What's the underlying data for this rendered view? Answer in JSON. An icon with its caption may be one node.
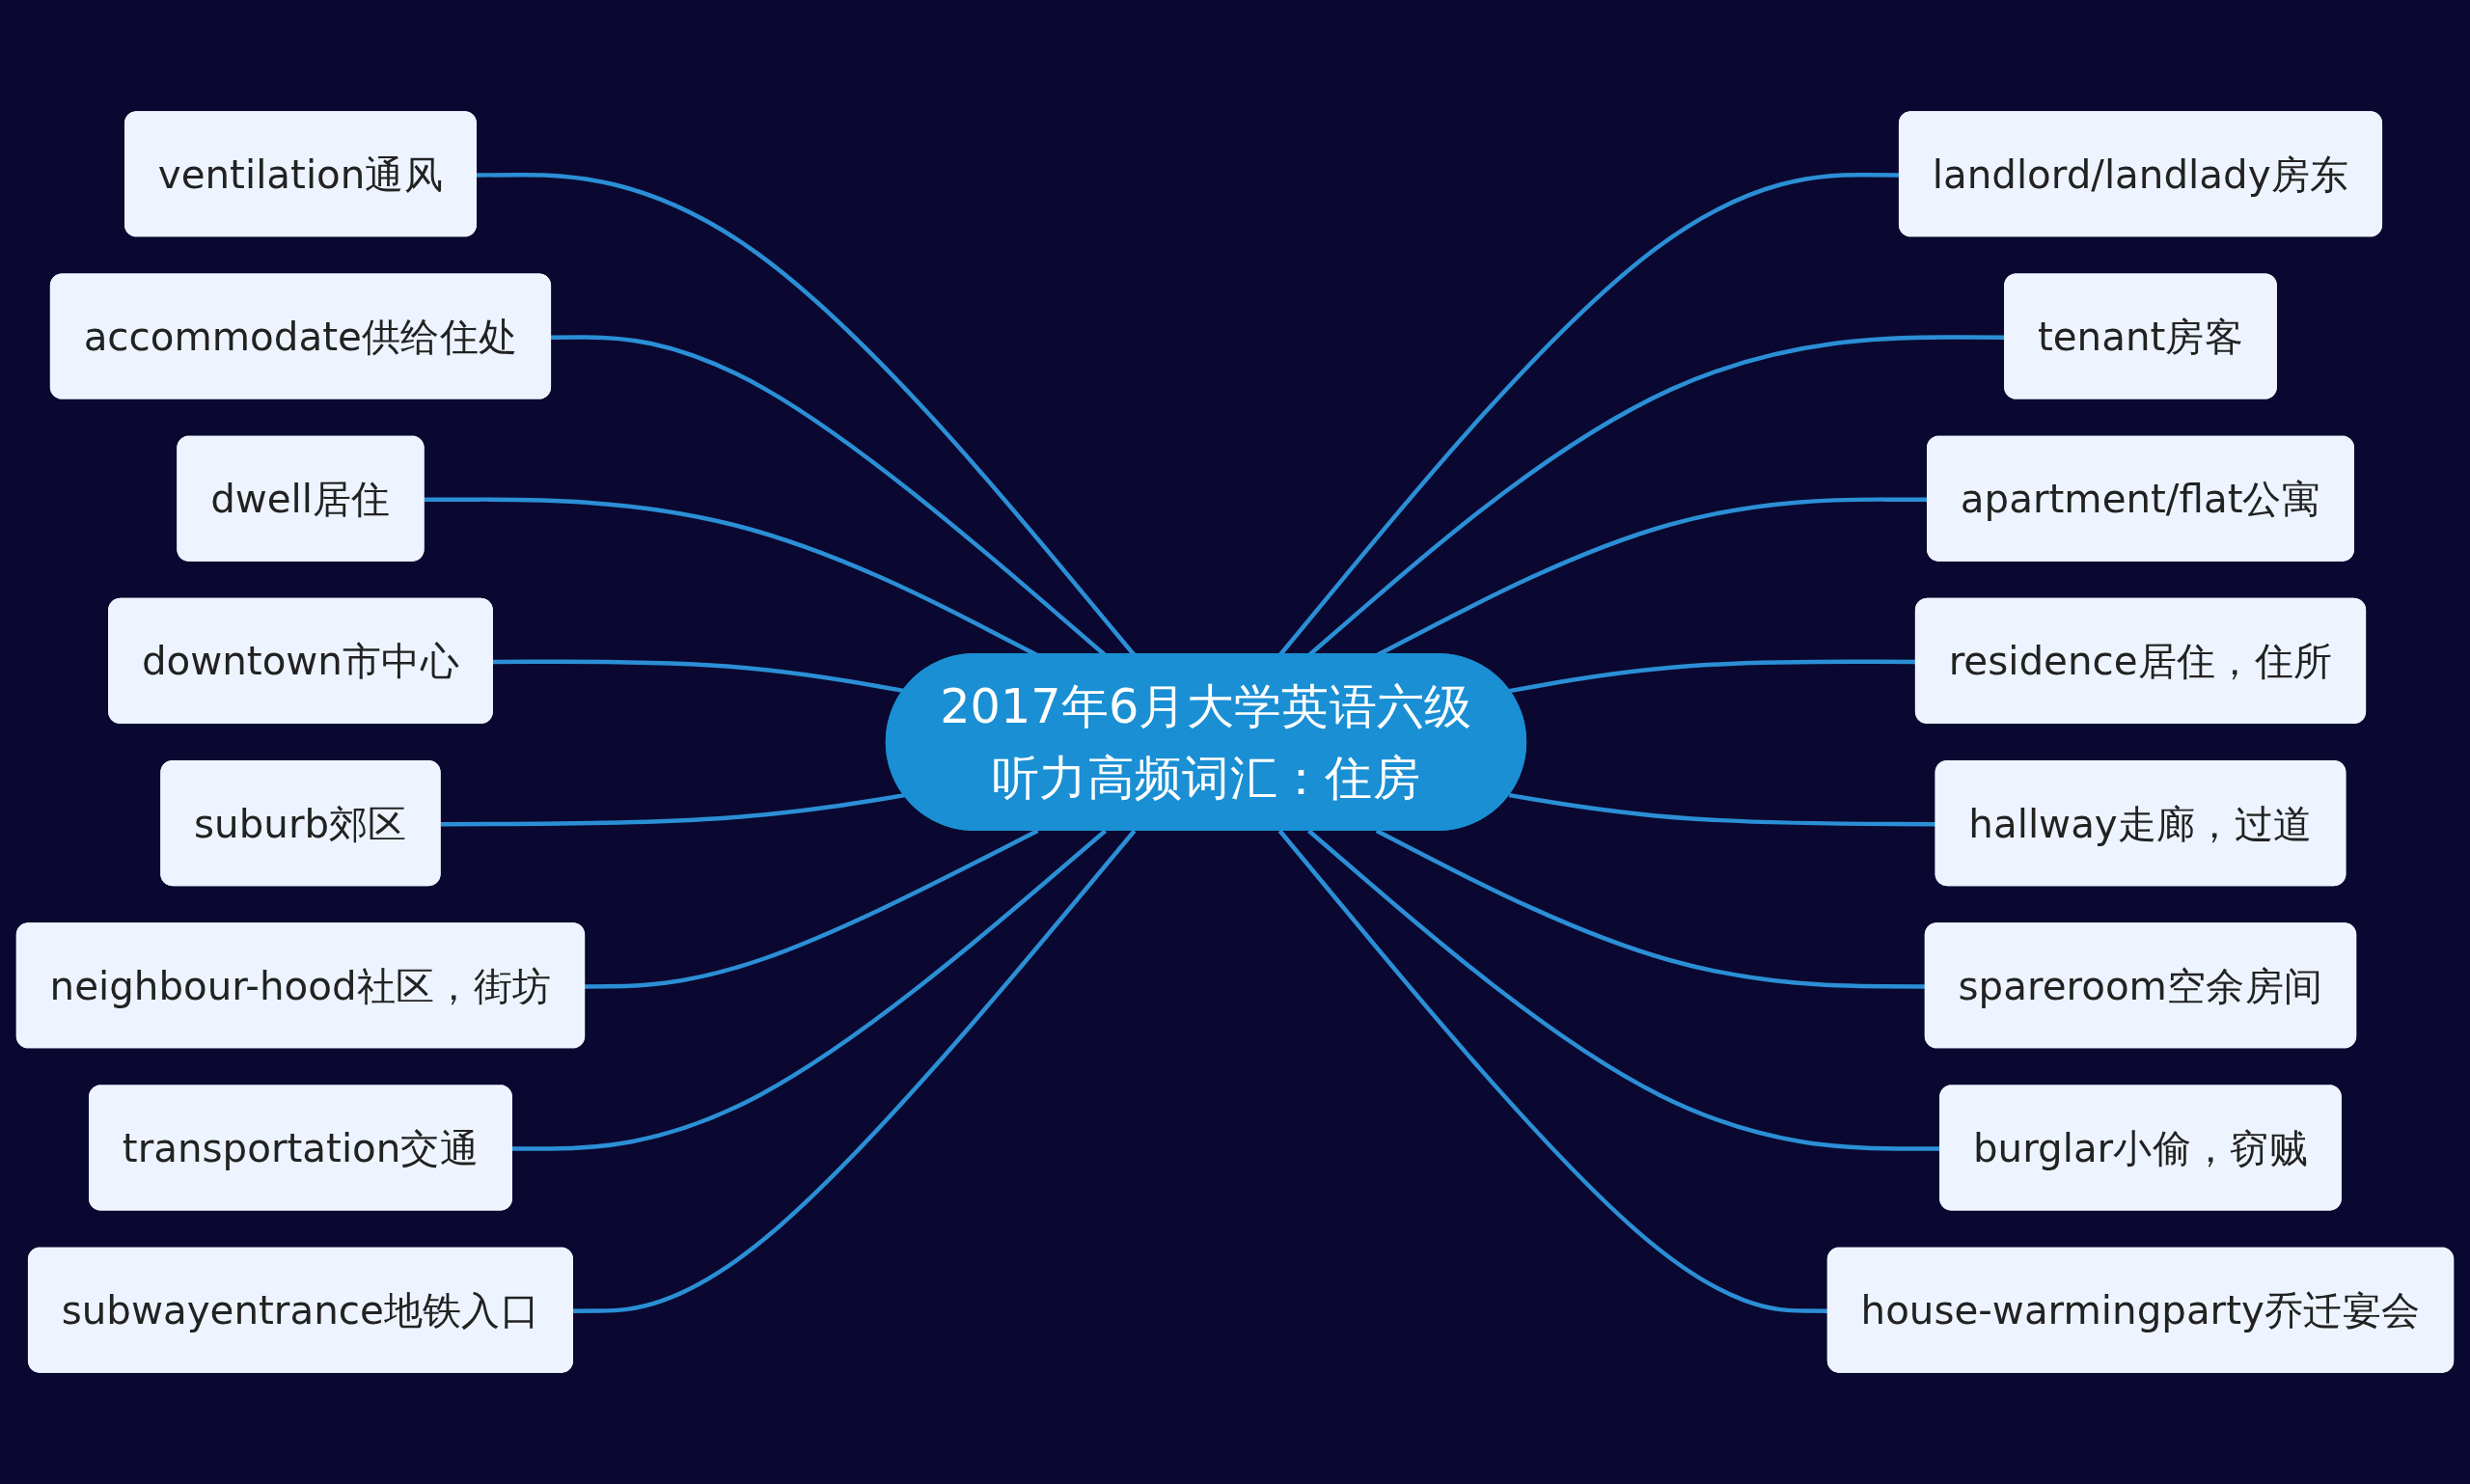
{
  "diagram": {
    "nodes": [
      {
        "text": [
          "2017年6月大学英语六级听力高频词汇：住房"
        ]
      },
      {
        "text": [
          "ventilation通风"
        ]
      },
      {
        "text": [
          "accommodate供给住处"
        ]
      },
      {
        "text": [
          "dwell居住"
        ]
      },
      {
        "text": [
          "downtown市中心"
        ]
      },
      {
        "text": [
          "suburb郊区"
        ]
      },
      {
        "text": [
          "neighbour-hood社区，街坊"
        ]
      },
      {
        "text": [
          "transportation交通"
        ]
      },
      {
        "text": [
          "subwayentrance地铁入口"
        ]
      },
      {
        "text": [
          "landlord/landlady房东"
        ]
      },
      {
        "text": [
          "tenant房客"
        ]
      },
      {
        "text": [
          "apartment/flat公寓"
        ]
      },
      {
        "text": [
          "residence居住，住所"
        ]
      },
      {
        "text": [
          "hallway走廊，过道"
        ]
      },
      {
        "text": [
          "spareroom空余房间"
        ]
      },
      {
        "text": [
          "burglar小偷，窃贼"
        ]
      },
      {
        "text": [
          "house-warmingparty乔迁宴会"
        ]
      }
    ],
    "edges": [
      {
        "from": 1,
        "to": 0,
        "arrow": "none"
      },
      {
        "from": 2,
        "to": 0,
        "arrow": "none"
      },
      {
        "from": 3,
        "to": 0,
        "arrow": "none"
      },
      {
        "from": 4,
        "to": 0,
        "arrow": "none"
      },
      {
        "from": 5,
        "to": 0,
        "arrow": "none"
      },
      {
        "from": 6,
        "to": 0,
        "arrow": "none"
      },
      {
        "from": 7,
        "to": 0,
        "arrow": "none"
      },
      {
        "from": 8,
        "to": 0,
        "arrow": "none"
      },
      {
        "from": 0,
        "to": 9,
        "arrow": "none"
      },
      {
        "from": 0,
        "to": 10,
        "arrow": "none"
      },
      {
        "from": 0,
        "to": 11,
        "arrow": "none"
      },
      {
        "from": 0,
        "to": 12,
        "arrow": "none"
      },
      {
        "from": 0,
        "to": 13,
        "arrow": "none"
      },
      {
        "from": 0,
        "to": 14,
        "arrow": "none"
      },
      {
        "from": 0,
        "to": 15,
        "arrow": "none"
      },
      {
        "from": 0,
        "to": 16,
        "arrow": "none"
      }
    ]
  }
}
